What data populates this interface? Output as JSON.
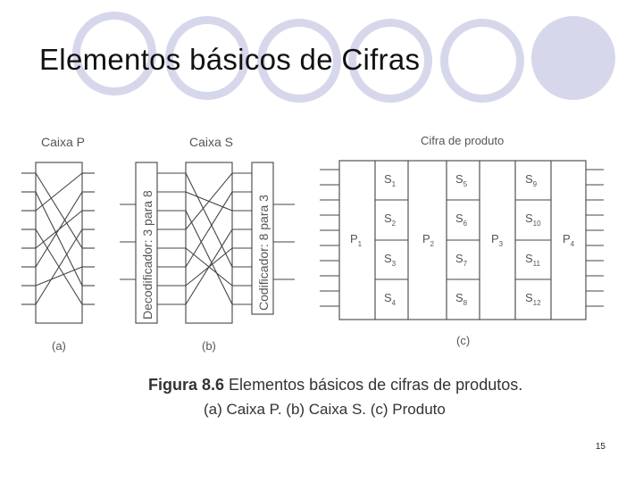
{
  "slide": {
    "title": "Elementos básicos de Cifras",
    "page_number": "15"
  },
  "figure": {
    "pbox_title": "Caixa P",
    "sbox_title": "Caixa S",
    "product_title": "Cifra de produto",
    "decoder_label": "Decodificador: 3 para 8",
    "encoder_label": "Codificador: 8 para 3",
    "label_a": "(a)",
    "label_b": "(b)",
    "label_c": "(c)",
    "p_boxes": [
      {
        "letter": "P",
        "sub": "1"
      },
      {
        "letter": "P",
        "sub": "2"
      },
      {
        "letter": "P",
        "sub": "3"
      },
      {
        "letter": "P",
        "sub": "4"
      }
    ],
    "s_columns": [
      [
        {
          "letter": "S",
          "sub": "1"
        },
        {
          "letter": "S",
          "sub": "2"
        },
        {
          "letter": "S",
          "sub": "3"
        },
        {
          "letter": "S",
          "sub": "4"
        }
      ],
      [
        {
          "letter": "S",
          "sub": "5"
        },
        {
          "letter": "S",
          "sub": "6"
        },
        {
          "letter": "S",
          "sub": "7"
        },
        {
          "letter": "S",
          "sub": "8"
        }
      ],
      [
        {
          "letter": "S",
          "sub": "9"
        },
        {
          "letter": "S",
          "sub": "10"
        },
        {
          "letter": "S",
          "sub": "11"
        },
        {
          "letter": "S",
          "sub": "12"
        }
      ]
    ],
    "caption_bold": "Figura 8.6",
    "caption_line1": "Elementos básicos de cifras de produtos.",
    "caption_line2": "(a) Caixa P. (b) Caixa S. (c) Produto"
  }
}
